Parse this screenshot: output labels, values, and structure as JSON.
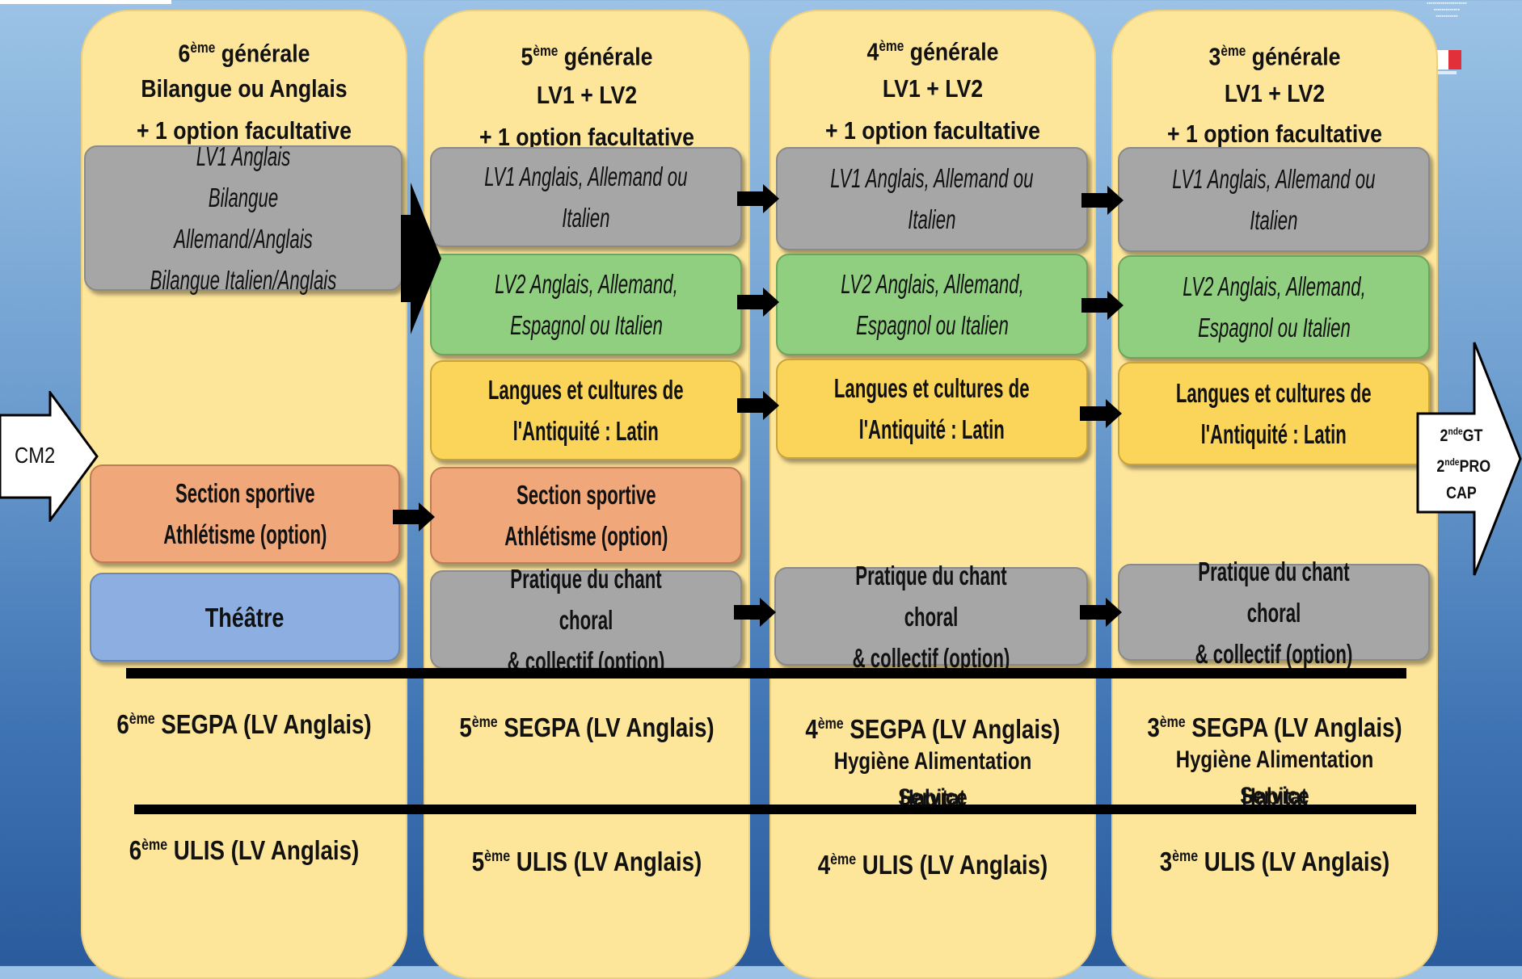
{
  "entry_label": "CM2",
  "exit_labels": [
    {
      "main": "2",
      "sup": "nde",
      "rest": "GT"
    },
    {
      "main": "2",
      "sup": "nde",
      "rest": "PRO"
    },
    {
      "main": "CAP",
      "sup": "",
      "rest": ""
    }
  ],
  "columns": [
    {
      "grade": "6",
      "grade_sup": "ème",
      "grade_word": " générale",
      "line2": "Bilangue ou Anglais",
      "line3": "+ 1 option facultative",
      "box_lv1": [
        "LV1 Anglais",
        "Bilangue Allemand/Anglais",
        "Bilangue Italien/Anglais"
      ],
      "box_sport": [
        "Section sportive",
        "Athlétisme (option)"
      ],
      "box_theatre": "Théâtre",
      "segpa": {
        "num": "6",
        "sup": "ème",
        "text": " SEGPA (LV Anglais)"
      },
      "ulis": {
        "num": "6",
        "sup": "ème",
        "text": " ULIS (LV Anglais)"
      }
    },
    {
      "grade": "5",
      "grade_sup": "ème",
      "grade_word": " générale",
      "line2": "LV1 + LV2",
      "line3": "+ 1 option facultative",
      "box_lv1": [
        "LV1 Anglais, Allemand ou",
        "Italien"
      ],
      "box_lv2": [
        "LV2 Anglais, Allemand,",
        "Espagnol ou Italien"
      ],
      "box_latin": [
        "Langues et cultures de",
        "l'Antiquité : Latin"
      ],
      "box_sport": [
        "Section sportive",
        "Athlétisme (option)"
      ],
      "box_chant": [
        "Pratique du chant choral",
        "& collectif (option)"
      ],
      "segpa": {
        "num": "5",
        "sup": "ème",
        "text": " SEGPA (LV Anglais)"
      },
      "ulis": {
        "num": "5",
        "sup": "ème",
        "text": " ULIS (LV Anglais)"
      }
    },
    {
      "grade": "4",
      "grade_sup": "ème",
      "grade_word": " générale",
      "line2": "LV1 + LV2",
      "line3": "+ 1 option facultative",
      "box_lv1": [
        "LV1 Anglais, Allemand ou",
        "Italien"
      ],
      "box_lv2": [
        "LV2 Anglais, Allemand,",
        "Espagnol ou Italien"
      ],
      "box_latin": [
        "Langues et cultures de",
        "l'Antiquité : Latin"
      ],
      "box_chant": [
        "Pratique du chant choral",
        "& collectif (option)"
      ],
      "segpa": {
        "num": "4",
        "sup": "ème",
        "text": " SEGPA (LV Anglais)"
      },
      "segpa_sub": [
        "Hygiène Alimentation Service",
        "Habitat"
      ],
      "ulis": {
        "num": "4",
        "sup": "ème",
        "text": " ULIS (LV Anglais)"
      }
    },
    {
      "grade": "3",
      "grade_sup": "ème",
      "grade_word": " générale",
      "line2": "LV1 + LV2",
      "line3": "+ 1 option facultative",
      "box_lv1": [
        "LV1 Anglais, Allemand ou",
        "Italien"
      ],
      "box_lv2": [
        "LV2 Anglais, Allemand,",
        "Espagnol ou Italien"
      ],
      "box_latin": [
        "Langues et cultures de",
        "l'Antiquité : Latin"
      ],
      "box_chant": [
        "Pratique du chant choral",
        "& collectif (option)"
      ],
      "segpa": {
        "num": "3",
        "sup": "ème",
        "text": " SEGPA (LV Anglais)"
      },
      "segpa_sub": [
        "Hygiène Alimentation Service",
        "Habitat"
      ],
      "ulis": {
        "num": "3",
        "sup": "ème",
        "text": " ULIS (LV Anglais)"
      }
    }
  ],
  "colors": {
    "column_bg": "#fde59a",
    "gray_box": "#a6a6a6",
    "green_box": "#8fcf7f",
    "gold_box": "#fbd45a",
    "salmon_box": "#f0a77a",
    "blue_box": "#8caee0"
  }
}
